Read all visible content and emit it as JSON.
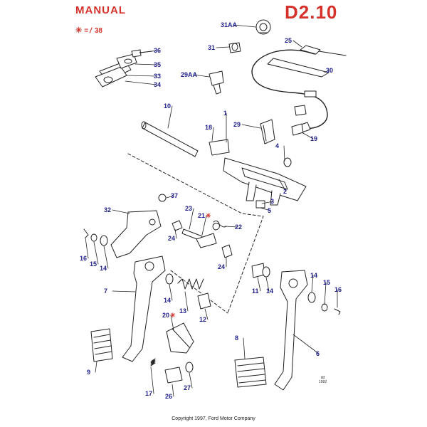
{
  "header": {
    "title": "MANUAL",
    "code": "D2.10",
    "legend_star": "✳",
    "legend_eq": "=",
    "legend_slash": "/",
    "legend_ref": "38"
  },
  "callouts": [
    {
      "id": "1",
      "label": "1"
    },
    {
      "id": "2",
      "label": "2"
    },
    {
      "id": "3",
      "label": "3"
    },
    {
      "id": "4",
      "label": "4"
    },
    {
      "id": "5",
      "label": "5"
    },
    {
      "id": "6",
      "label": "6"
    },
    {
      "id": "7",
      "label": "7"
    },
    {
      "id": "8",
      "label": "8"
    },
    {
      "id": "9",
      "label": "9"
    },
    {
      "id": "10",
      "label": "10"
    },
    {
      "id": "11",
      "label": "11"
    },
    {
      "id": "12",
      "label": "12"
    },
    {
      "id": "13",
      "label": "13"
    },
    {
      "id": "14a",
      "label": "14"
    },
    {
      "id": "14b",
      "label": "14"
    },
    {
      "id": "14c",
      "label": "14"
    },
    {
      "id": "14d",
      "label": "14"
    },
    {
      "id": "15a",
      "label": "15"
    },
    {
      "id": "15b",
      "label": "15"
    },
    {
      "id": "16a",
      "label": "16"
    },
    {
      "id": "16b",
      "label": "16"
    },
    {
      "id": "17",
      "label": "17"
    },
    {
      "id": "18",
      "label": "18"
    },
    {
      "id": "19",
      "label": "19"
    },
    {
      "id": "20",
      "label": "20"
    },
    {
      "id": "21",
      "label": "21"
    },
    {
      "id": "22",
      "label": "22"
    },
    {
      "id": "23",
      "label": "23"
    },
    {
      "id": "24a",
      "label": "24"
    },
    {
      "id": "24b",
      "label": "24"
    },
    {
      "id": "25",
      "label": "25"
    },
    {
      "id": "26",
      "label": "26"
    },
    {
      "id": "27",
      "label": "27"
    },
    {
      "id": "29",
      "label": "29"
    },
    {
      "id": "29AA",
      "label": "29AA"
    },
    {
      "id": "30",
      "label": "30"
    },
    {
      "id": "31",
      "label": "31"
    },
    {
      "id": "31AA",
      "label": "31AA"
    },
    {
      "id": "32",
      "label": "32"
    },
    {
      "id": "33",
      "label": "33"
    },
    {
      "id": "34",
      "label": "34"
    },
    {
      "id": "35",
      "label": "35"
    },
    {
      "id": "36",
      "label": "36"
    },
    {
      "id": "37",
      "label": "37"
    }
  ],
  "marked_parts": [
    "20",
    "21"
  ],
  "part_code": [
    "dd",
    "1992"
  ],
  "footer": {
    "copyright": "Copyright 1997, Ford Motor Company"
  },
  "colors": {
    "accent_red": "#d4322a",
    "callout_blue": "#1f1f8c",
    "line": "#222222"
  }
}
